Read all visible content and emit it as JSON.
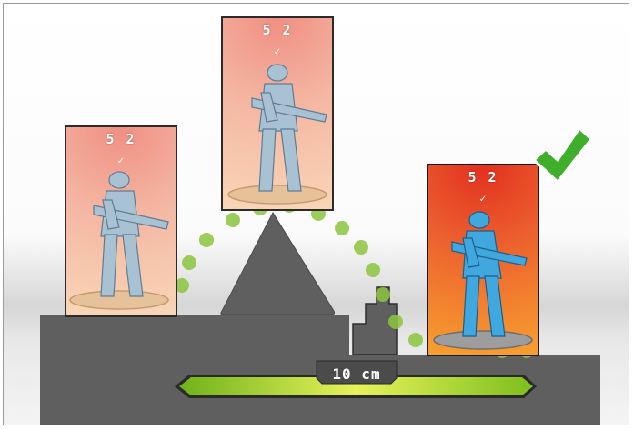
{
  "scene": {
    "measurement_label": "10 cm",
    "colors": {
      "terrain": "#5f5f5f",
      "range_arrow": "#8ccc1e",
      "dotted_path": "#8cc63f",
      "checkmark": "#3fae2a",
      "active_card": "#e2301f",
      "inactive_card": "#f4b6a2",
      "miniature": "#8fb4c9"
    },
    "cards": [
      {
        "stat": "5 2",
        "state": "inactive"
      },
      {
        "stat": "5 2",
        "state": "inactive"
      },
      {
        "stat": "5 2",
        "state": "active"
      }
    ],
    "icons": [
      "checkmark-icon",
      "soldier-miniature-icon"
    ]
  }
}
